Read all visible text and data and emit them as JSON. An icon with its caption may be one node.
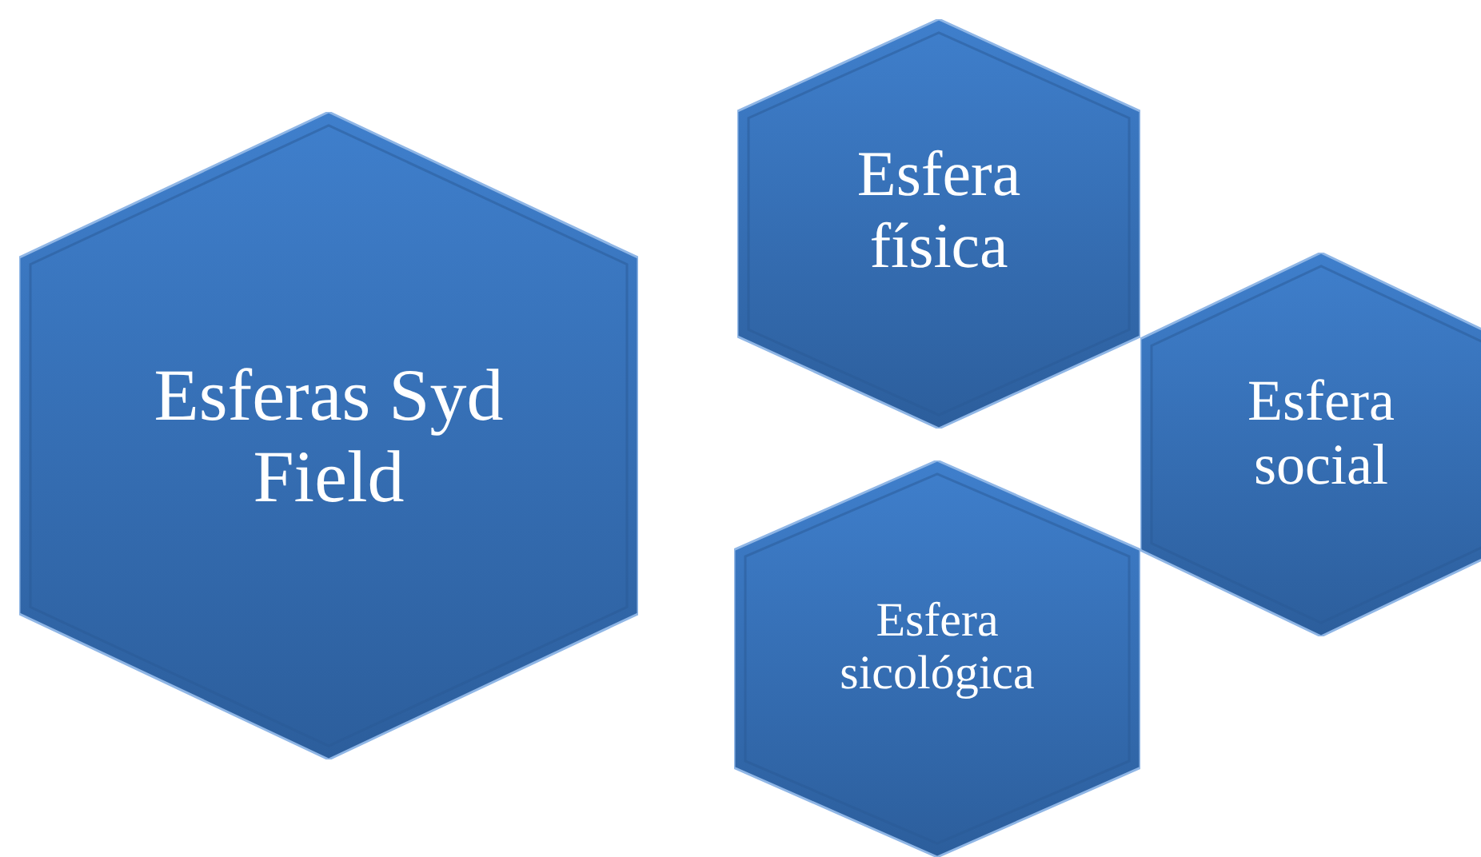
{
  "diagram": {
    "nodes": [
      {
        "text": [
          "Esferas Syd Field"
        ]
      },
      {
        "text": [
          "Esfera física"
        ]
      },
      {
        "text": [
          "Esfera social"
        ]
      },
      {
        "text": [
          "Esfera sicológica"
        ]
      }
    ]
  }
}
